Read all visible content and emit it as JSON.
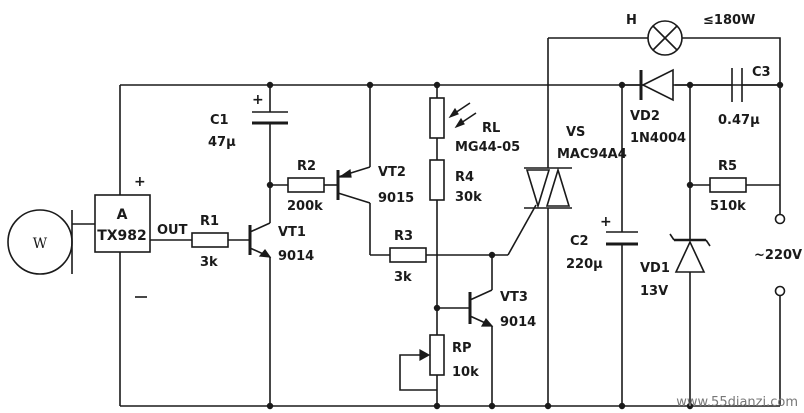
{
  "labels": {
    "w": "W",
    "chip": "A",
    "chip_model": "TX982",
    "chip_plus": "+",
    "out": "OUT",
    "r1": "R1",
    "r1_val": "3k",
    "c1": "C1",
    "c1_val": "47µ",
    "r2": "R2",
    "r2_val": "200k",
    "vt1": "VT1",
    "vt1_val": "9014",
    "vt2": "VT2",
    "vt2_val": "9015",
    "r3": "R3",
    "r3_val": "3k",
    "rl": "RL",
    "rl_val": "MG44-05",
    "r4": "R4",
    "r4_val": "30k",
    "vt3": "VT3",
    "vt3_val": "9014",
    "rp": "RP",
    "rp_val": "10k",
    "vs": "VS",
    "vs_val": "MAC94A4",
    "h": "H",
    "h_val": "≤180W",
    "c2": "C2",
    "c2_val": "220µ",
    "c2_plus": "+",
    "c1_plus": "+",
    "vd1": "VD1",
    "vd1_val": "13V",
    "vd2": "VD2",
    "vd2_val": "1N4004",
    "c3": "C3",
    "c3_val": "0.47µ",
    "r5": "R5",
    "r5_val": "510k",
    "ac": "~220V"
  },
  "watermark": "www.55dianzi.com"
}
